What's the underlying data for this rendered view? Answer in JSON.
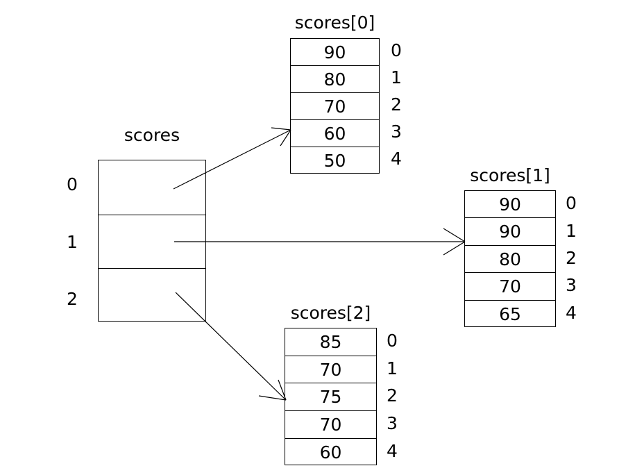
{
  "diagram": {
    "title_pointer_array": "scores",
    "pointer_array": {
      "name": "scores",
      "indices": [
        "0",
        "1",
        "2"
      ],
      "cells": [
        "",
        "",
        ""
      ]
    },
    "sub_arrays": [
      {
        "title": "scores[0]",
        "indices": [
          "0",
          "1",
          "2",
          "3",
          "4"
        ],
        "values": [
          "90",
          "80",
          "70",
          "60",
          "50"
        ]
      },
      {
        "title": "scores[1]",
        "indices": [
          "0",
          "1",
          "2",
          "3",
          "4"
        ],
        "values": [
          "90",
          "90",
          "80",
          "70",
          "65"
        ]
      },
      {
        "title": "scores[2]",
        "indices": [
          "0",
          "1",
          "2",
          "3",
          "4"
        ],
        "values": [
          "85",
          "70",
          "75",
          "70",
          "60"
        ]
      }
    ],
    "arrows": [
      {
        "name": "pointer-0-to-scores0",
        "from_row": "0",
        "to_array": "scores[0]"
      },
      {
        "name": "pointer-1-to-scores1",
        "from_row": "1",
        "to_array": "scores[1]"
      },
      {
        "name": "pointer-2-to-scores2",
        "from_row": "2",
        "to_array": "scores[2]"
      }
    ],
    "colors": {
      "stroke": "#000000",
      "text": "#000000",
      "background": "#ffffff"
    }
  }
}
